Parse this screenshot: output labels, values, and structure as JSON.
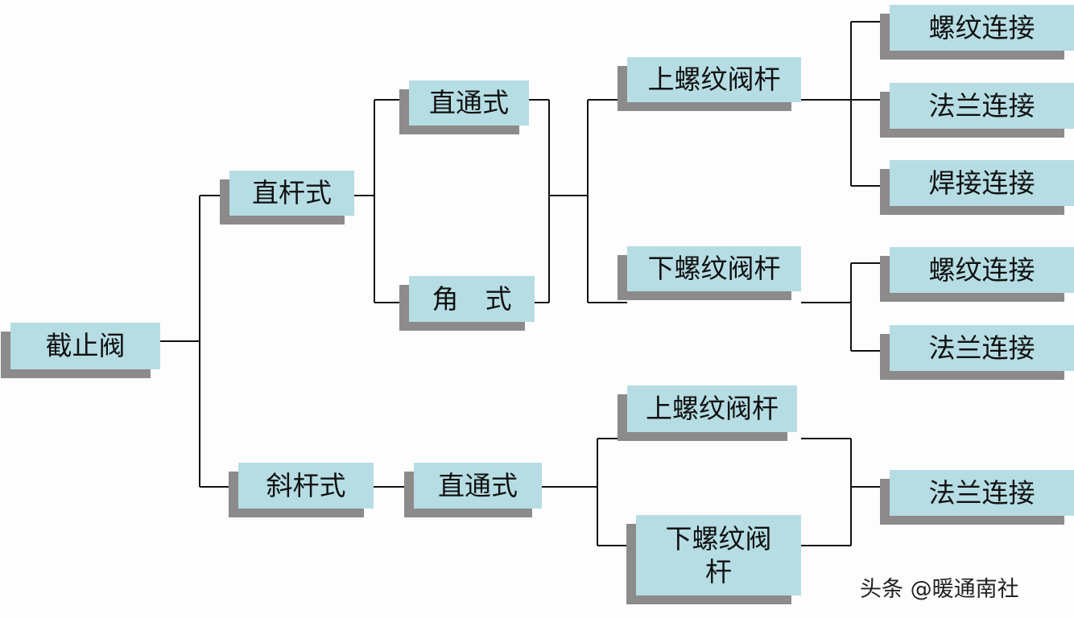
{
  "nodes": {
    "root": "截止阀",
    "straight_stem": "直杆式",
    "inclined_stem": "斜杆式",
    "straight_through_1": "直通式",
    "angle": "角　式",
    "straight_through_2": "直通式",
    "upper_thread_1": "上螺纹阀杆",
    "lower_thread_1": "下螺纹阀杆",
    "upper_thread_2": "上螺纹阀杆",
    "lower_thread_2": "下螺纹阀杆",
    "conn_1": "螺纹连接",
    "conn_2": "法兰连接",
    "conn_3": "焊接连接",
    "conn_4": "螺纹连接",
    "conn_5": "法兰连接",
    "conn_6": "法兰连接"
  },
  "watermark": "头条 @暖通南社"
}
